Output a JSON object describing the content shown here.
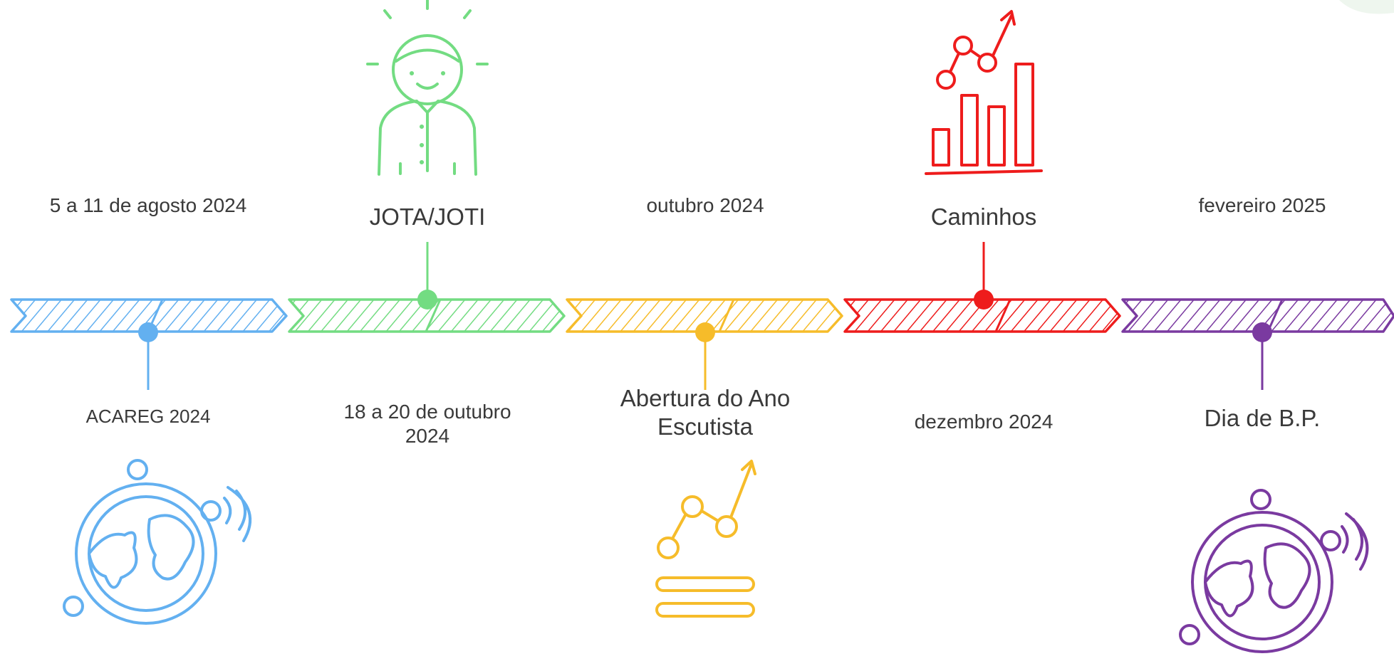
{
  "timeline": {
    "events": [
      {
        "id": "acareg",
        "date": "5 a 11 de agosto 2024",
        "title": "ACAREG 2024",
        "color": "#63b0f0",
        "icon": "globe-icon"
      },
      {
        "id": "jota",
        "date": "18 a 20 de outubro 2024",
        "title": "JOTA/JOTI",
        "color": "#73dc82",
        "icon": "person-icon"
      },
      {
        "id": "abertura",
        "date": "outubro 2024",
        "title": "Abertura do Ano Escutista",
        "color": "#f6bc2a",
        "icon": "growth-chart-icon"
      },
      {
        "id": "caminhos",
        "date": "dezembro 2024",
        "title": "Caminhos",
        "color": "#ee1c1c",
        "icon": "bar-chart-icon"
      },
      {
        "id": "bp",
        "date": "fevereiro 2025",
        "title": "Dia de B.P.",
        "color": "#7a3aa0",
        "icon": "globe-icon"
      }
    ]
  }
}
